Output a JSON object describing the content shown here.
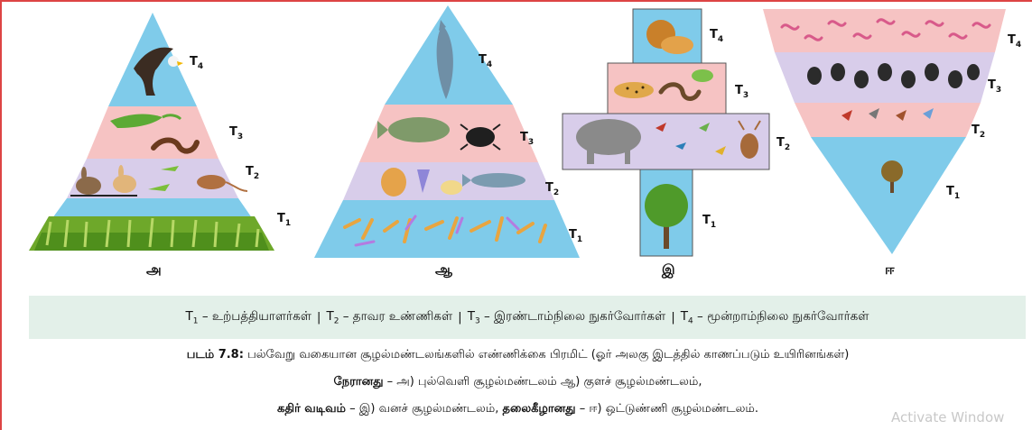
{
  "pyramids": [
    {
      "label": "அ",
      "levels": [
        {
          "T": "T",
          "sub": "4",
          "color": "#7fcbea",
          "content": "eagle"
        },
        {
          "T": "T",
          "sub": "3",
          "color": "#f6c3c3",
          "content": "lizard, snake"
        },
        {
          "T": "T",
          "sub": "2",
          "color": "#d8cdea",
          "content": "rabbits, grasshoppers, rat"
        },
        {
          "T": "T",
          "sub": "1",
          "color": "#7fcbea",
          "content": "grass"
        }
      ]
    },
    {
      "label": "ஆ",
      "levels": [
        {
          "T": "T",
          "sub": "4",
          "color": "#7fcbea",
          "content": "fish"
        },
        {
          "T": "T",
          "sub": "3",
          "color": "#f6c3c3",
          "content": "fish, beetle"
        },
        {
          "T": "T",
          "sub": "2",
          "color": "#d8cdea",
          "content": "zooplankton, small fish"
        },
        {
          "T": "T",
          "sub": "1",
          "color": "#7fcbea",
          "content": "phytoplankton"
        }
      ]
    },
    {
      "label": "இ",
      "levels": [
        {
          "T": "T",
          "sub": "4",
          "color": "#7fcbea",
          "content": "lion"
        },
        {
          "T": "T",
          "sub": "3",
          "color": "#f6c3c3",
          "content": "cheetah, snake, frog"
        },
        {
          "T": "T",
          "sub": "2",
          "color": "#d8cdea",
          "content": "elephant, birds, deer"
        },
        {
          "T": "T",
          "sub": "1",
          "color": "#7fcbea",
          "content": "tree"
        }
      ]
    },
    {
      "label": "ஈ",
      "levels": [
        {
          "T": "T",
          "sub": "4",
          "color": "#f6c3c3",
          "content": "parasites"
        },
        {
          "T": "T",
          "sub": "3",
          "color": "#d8cdea",
          "content": "insects"
        },
        {
          "T": "T",
          "sub": "2",
          "color": "#f6c3c3",
          "content": "birds"
        },
        {
          "T": "T",
          "sub": "1",
          "color": "#7fcbea",
          "content": "tree"
        }
      ]
    }
  ],
  "legend": [
    {
      "T": "T",
      "sub": "1",
      "text": " – உற்பத்தியாளர்கள் "
    },
    {
      "T": "T",
      "sub": "2",
      "text": " – தாவர உண்ணிகள் "
    },
    {
      "T": "T",
      "sub": "3",
      "text": " – இரண்டாம்நிலை நுகர்வோர்கள் "
    },
    {
      "T": "T",
      "sub": "4",
      "text": " – மூன்றாம்நிலை நுகர்வோர்கள்"
    }
  ],
  "legend_sep": "|",
  "caption": {
    "fig_no": "படம் 7.8:",
    "line1_text": " பல்வேறு வகையான சூழல்மண்டலங்களில் எண்ணிக்கை பிரமிட் (ஓர் அலகு இடத்தில் காணப்படும் உயிரினங்கள்)",
    "upright_bold": "நேரானது",
    "upright_text": " – அ) புல்வெளி சூழல்மண்டலம் ஆ) குளச் சூழல்மண்டலம்,",
    "spindle_bold": "கதிர் வடிவம்",
    "spindle_text": " – இ) வனச் சூழல்மண்டலம், ",
    "inverted_bold": "தலைகீழானது",
    "inverted_text": " – ஈ) ஒட்டுண்ணி சூழல்மண்டலம்."
  },
  "watermark": "Activate Window",
  "colors": {
    "sky": "#7fcbea",
    "pink": "#f6c3c3",
    "lavender": "#d8cdea",
    "legend_bg": "#e3f0e9",
    "border": "#d44"
  }
}
